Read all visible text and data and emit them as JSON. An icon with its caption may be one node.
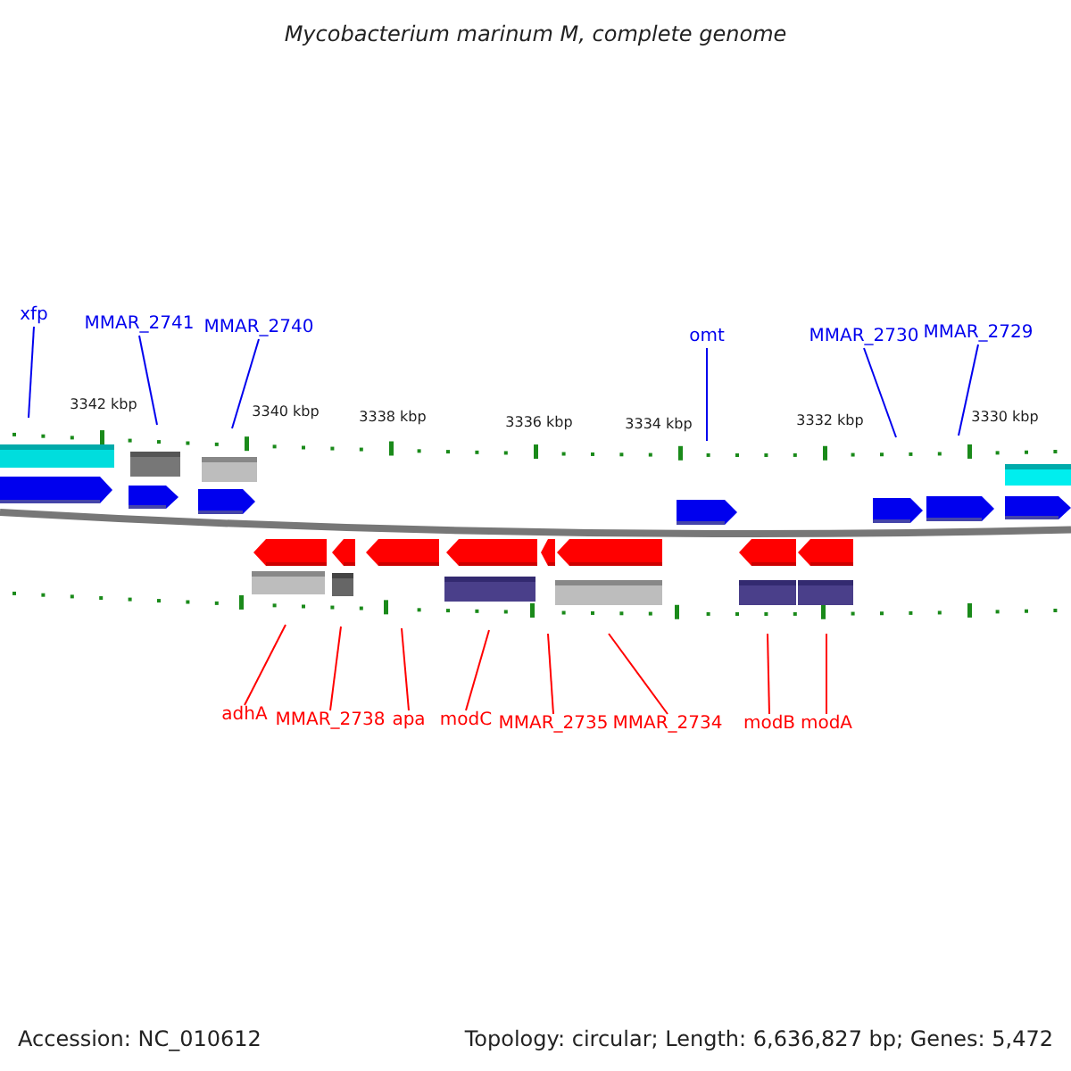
{
  "diagram": {
    "title": "Mycobacterium marinum M, complete genome",
    "nodes": [
      {
        "text": [
          "xfp"
        ]
      },
      {
        "text": [
          "MMAR_2741"
        ]
      },
      {
        "text": [
          "MMAR_2740"
        ]
      },
      {
        "text": [
          "omt"
        ]
      },
      {
        "text": [
          "MMAR_2730"
        ]
      },
      {
        "text": [
          "MMAR_2729"
        ]
      },
      {
        "text": [
          "adhA"
        ]
      },
      {
        "text": [
          "MMAR_2738"
        ]
      },
      {
        "text": [
          "apa"
        ]
      },
      {
        "text": [
          "modC"
        ]
      },
      {
        "text": [
          "MMAR_2735"
        ]
      },
      {
        "text": [
          "MMAR_2734"
        ]
      },
      {
        "text": [
          "modB"
        ]
      },
      {
        "text": [
          "modA"
        ]
      }
    ],
    "edges": [
      {
        "from": 0,
        "to": null,
        "arrow": "none",
        "color": "#0000ee"
      },
      {
        "from": 1,
        "to": null,
        "arrow": "none",
        "color": "#0000ee"
      },
      {
        "from": 2,
        "to": null,
        "arrow": "none",
        "color": "#0000ee"
      },
      {
        "from": 3,
        "to": null,
        "arrow": "none",
        "color": "#0000ee"
      },
      {
        "from": 4,
        "to": null,
        "arrow": "none",
        "color": "#0000ee"
      },
      {
        "from": 5,
        "to": null,
        "arrow": "none",
        "color": "#0000ee"
      },
      {
        "from": 6,
        "to": null,
        "arrow": "none"
      },
      {
        "from": 7,
        "to": null,
        "arrow": "none"
      },
      {
        "from": 8,
        "to": null,
        "arrow": "none"
      },
      {
        "from": 9,
        "to": null,
        "arrow": "none"
      },
      {
        "from": 10,
        "to": null,
        "arrow": "none"
      },
      {
        "from": 11,
        "to": null,
        "arrow": "none"
      },
      {
        "from": 12,
        "to": null,
        "arrow": "none"
      },
      {
        "from": 13,
        "to": null,
        "arrow": "none"
      }
    ],
    "labels": [
      "3342 kbp",
      "3340 kbp",
      "3338 kbp",
      "3336 kbp",
      "3334 kbp",
      "3332 kbp",
      "3330 kbp",
      "Accession: NC_010612",
      "Topology: circular; Length: 6,636,827 bp; Genes: 5,472"
    ]
  }
}
